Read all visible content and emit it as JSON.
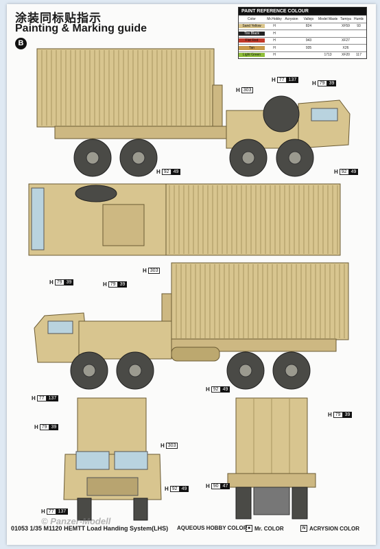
{
  "header": {
    "title_cn": "涂装同标贴指示",
    "title_en": "Painting & Marking guide",
    "step": "B"
  },
  "paint_table": {
    "title": "PAINT REFERENCE COLOUR",
    "columns": [
      "Color",
      "Mr.Hobby",
      "Acrysion",
      "Vallejo",
      "Model Master",
      "Tamiya",
      "Humbrol"
    ],
    "rows": [
      {
        "name": "Sand Yellow",
        "code": "H",
        "swatch": "#d9c48a",
        "values": [
          "",
          "",
          "824",
          "",
          "XF59",
          "93"
        ]
      },
      {
        "name": "Tire Black",
        "code": "H",
        "swatch": "#222222",
        "values": [
          "",
          "",
          "",
          "",
          "",
          ""
        ]
      },
      {
        "name": "Flat Red",
        "code": "H",
        "swatch": "#c23a2a",
        "values": [
          "",
          "",
          "943",
          "",
          "XF27",
          ""
        ]
      },
      {
        "name": "Tan",
        "code": "H",
        "swatch": "#c89a4a",
        "values": [
          "",
          "",
          "935",
          "",
          "X26",
          ""
        ]
      },
      {
        "name": "Light Green",
        "code": "H",
        "swatch": "#8fbf3a",
        "values": [
          "",
          "",
          "",
          "1713",
          "XF20",
          "117"
        ]
      }
    ]
  },
  "callouts": {
    "h303_a": {
      "h": "H",
      "code": "303"
    },
    "h77_a": {
      "h": "H",
      "code": "77",
      "num": "137"
    },
    "h79_a": {
      "h": "H",
      "code": "79",
      "num": "39"
    },
    "h92_a": {
      "h": "H",
      "code": "92",
      "num": "49"
    },
    "h92_b": {
      "h": "H",
      "code": "92",
      "num": "49"
    },
    "h303_b": {
      "h": "H",
      "code": "303"
    },
    "h79_b": {
      "h": "H",
      "code": "79",
      "num": "39"
    },
    "h79_c": {
      "h": "H",
      "code": "79",
      "num": "39"
    },
    "h77_b": {
      "h": "H",
      "code": "77",
      "num": "137"
    },
    "h92_c": {
      "h": "H",
      "code": "92",
      "num": "49"
    },
    "h79_d": {
      "h": "H",
      "code": "79",
      "num": "39"
    },
    "h303_c": {
      "h": "H",
      "code": "303"
    },
    "h92_d": {
      "h": "H",
      "code": "92",
      "num": "49"
    },
    "h77_c": {
      "h": "H",
      "code": "77",
      "num": "137"
    },
    "h79_e": {
      "h": "H",
      "code": "79",
      "num": "39"
    },
    "h90_a": {
      "h": "H",
      "code": "90",
      "num": "47"
    }
  },
  "footer": {
    "model": "01053 1/35 M1120 HEMTT Load Handing System(LHS)",
    "legend_hobby": "AQUEOUS HOBBY COLOR",
    "legend_mr": "Mr. COLOR",
    "legend_acrysion": "ACRYSION COLOR",
    "watermark": "© Panzer-Modell"
  },
  "colors": {
    "vehicle_tan": "#d8c58f",
    "tire": "#4a4a46",
    "background": "#dfe9f3"
  }
}
